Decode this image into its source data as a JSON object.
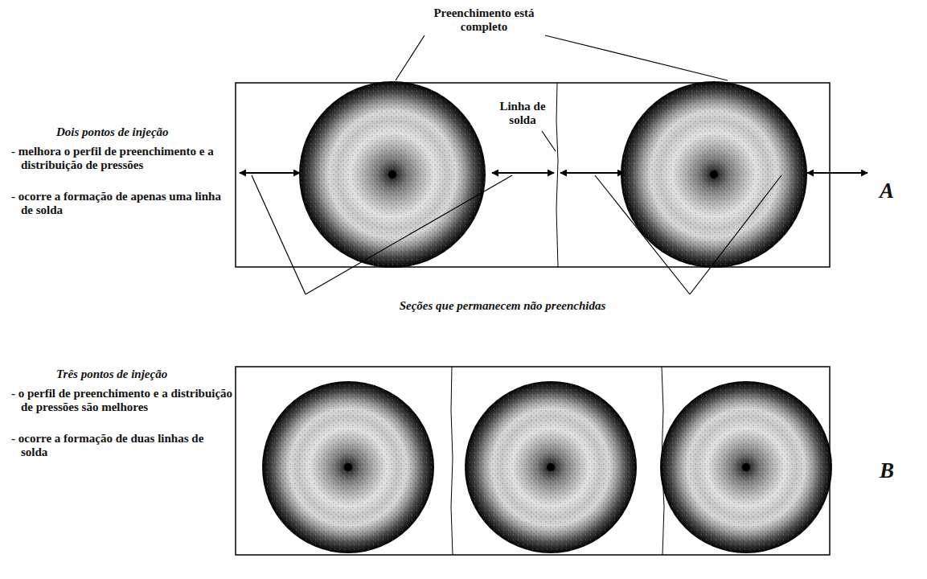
{
  "diagram": {
    "labels": [
      "Preenchimento está completo",
      "Dois pontos de injeção",
      "- melhora o perfil de preenchimento e a distribuição de pressões",
      "- ocorre a formação de apenas uma linha de solda",
      "Linha de solda",
      "A",
      "Seções que permanecem não preenchidas",
      "Três pontos de injeção",
      "- o perfil de preenchimento e a distribuição de pressões são melhores",
      "- ocorre a formação de duas linhas de solda",
      "B"
    ]
  }
}
